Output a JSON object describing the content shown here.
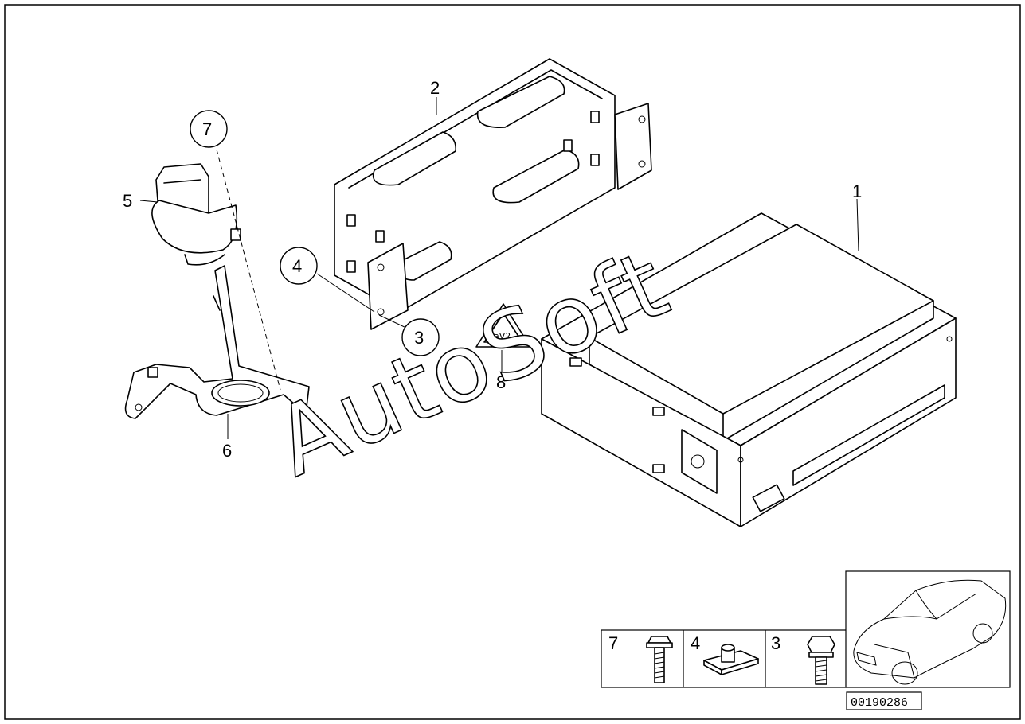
{
  "diagram": {
    "callouts": {
      "c1": "1",
      "c2": "2",
      "c3": "3",
      "c4": "4",
      "c5": "5",
      "c6": "6",
      "c7": "7",
      "c8": "8"
    },
    "watermark": "AutoSoft",
    "hardware_legend": {
      "cells": [
        {
          "label": "7",
          "icon": "bolt-long-icon"
        },
        {
          "label": "4",
          "icon": "clip-nut-icon"
        },
        {
          "label": "3",
          "icon": "bolt-short-icon"
        }
      ]
    },
    "reference_number": "00190286",
    "thumbnail_icon": "car-sedan-icon"
  }
}
